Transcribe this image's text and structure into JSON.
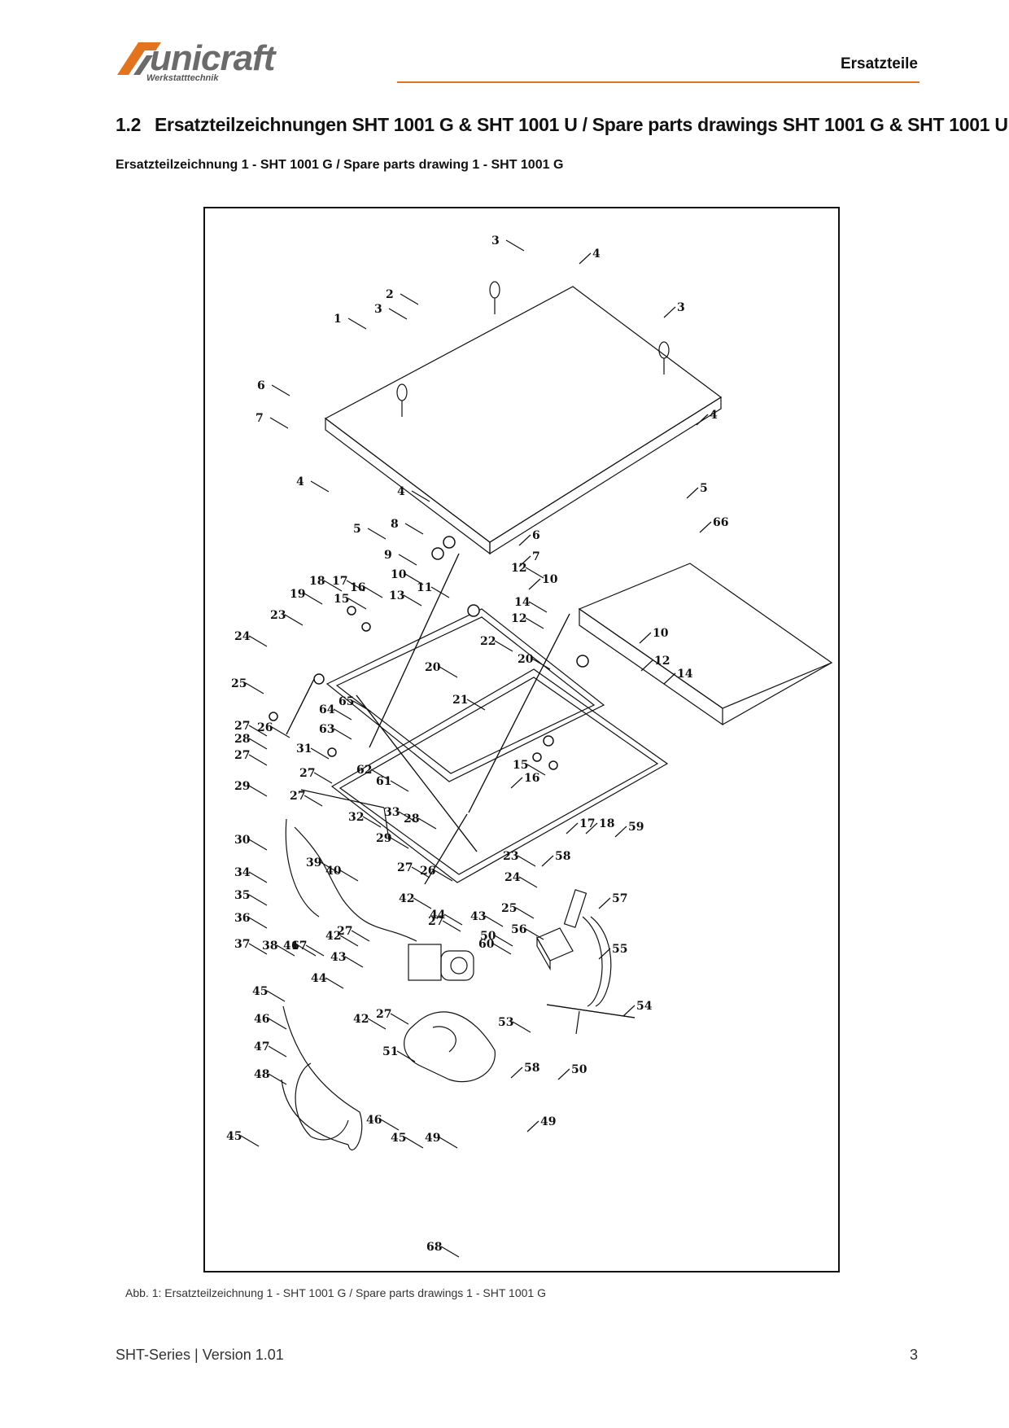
{
  "header": {
    "logo_text": "unicraft",
    "logo_sub": "Werkstatttechnik",
    "section_label": "Ersatzteile",
    "accent_color": "#e2741f"
  },
  "heading": {
    "number": "1.2",
    "title": "Ersatzteilzeichnungen SHT 1001 G & SHT 1001 U / Spare parts drawings SHT 1001 G & SHT 1001 U"
  },
  "subheading": "Ersatzteilzeichnung 1 - SHT 1001 G / Spare parts drawing 1 - SHT 1001 G",
  "figure": {
    "caption": "Abb. 1: Ersatzteilzeichnung 1 - SHT 1001 G / Spare parts drawings 1 - SHT 1001 G",
    "part_labels": [
      "1",
      "2",
      "3",
      "3",
      "3",
      "4",
      "4",
      "4",
      "4",
      "5",
      "5",
      "6",
      "6",
      "7",
      "7",
      "8",
      "9",
      "10",
      "10",
      "10",
      "11",
      "12",
      "12",
      "12",
      "13",
      "14",
      "14",
      "15",
      "15",
      "16",
      "16",
      "17",
      "17",
      "18",
      "18",
      "19",
      "20",
      "20",
      "21",
      "22",
      "23",
      "23",
      "24",
      "24",
      "25",
      "25",
      "26",
      "26",
      "27",
      "27",
      "27",
      "27",
      "27",
      "27",
      "27",
      "27",
      "28",
      "28",
      "29",
      "29",
      "30",
      "31",
      "32",
      "33",
      "34",
      "35",
      "36",
      "37",
      "38",
      "39",
      "40",
      "41",
      "42",
      "42",
      "42",
      "43",
      "43",
      "44",
      "44",
      "45",
      "45",
      "45",
      "46",
      "46",
      "47",
      "48",
      "49",
      "49",
      "50",
      "50",
      "51",
      "53",
      "54",
      "55",
      "56",
      "57",
      "58",
      "58",
      "59",
      "60",
      "61",
      "62",
      "63",
      "64",
      "65",
      "66",
      "67",
      "68"
    ]
  },
  "footer": {
    "left": "SHT-Series | Version 1.01",
    "page": "3"
  }
}
